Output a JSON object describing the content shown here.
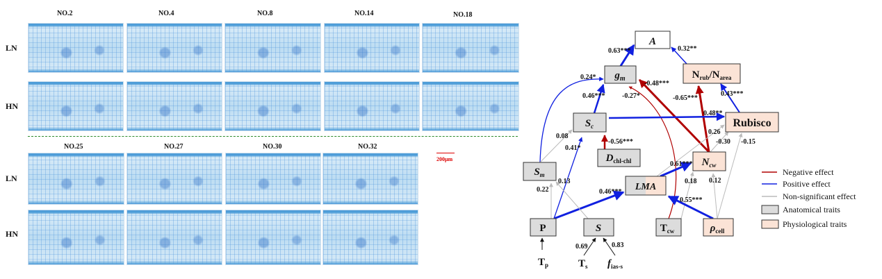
{
  "panels": {
    "top_labels": [
      "NO.2",
      "NO.4",
      "NO.8",
      "NO.14",
      "NO.18"
    ],
    "bottom_labels": [
      "NO.25",
      "NO.27",
      "NO.30",
      "NO.32"
    ],
    "rows": [
      "LN",
      "HN"
    ],
    "scale_bar": "200μm"
  },
  "diagram": {
    "nodes": {
      "A": "A",
      "gm": "g",
      "gm_sub": "m",
      "nrub": "N",
      "nrub_sub": "rub",
      "slash": "/N",
      "narea_sub": "area",
      "sc": "S",
      "sc_sub": "c",
      "rubisco": "Rubisco",
      "d": "D",
      "d_sub": "chl-chl",
      "sm": "S",
      "sm_sub": "m",
      "ncw": "N",
      "ncw_sub": "cw",
      "lma": "LMA",
      "p": "P",
      "s": "S",
      "tcw": "T",
      "tcw_sub": "cw",
      "rho": "ρ",
      "rho_sub": "cell",
      "tp": "T",
      "tp_sub": "p",
      "ts": "T",
      "ts_sub": "s",
      "f": "f",
      "f_sub": "ias-s"
    },
    "edges": {
      "gm_A": "0.63***",
      "nrub_A": "0.32**",
      "sc_gm_curve": "0.24*",
      "sc_gm": "0.46***",
      "ncw_gm": "-0.48***",
      "tcw_gm": "-0.27*",
      "ncw_nrub": "-0.65***",
      "rub_nrub": "0.43***",
      "sc_rub": "0.48**",
      "lma_rub": "0.26",
      "ncw_rub": "-0.30",
      "rho_rub": "-0.15",
      "d_sc": "-0.56***",
      "sm_sc": "0.08",
      "p_sc": "0.41*",
      "lma_ncw": "0.61***",
      "tcw_ncw": "0.18",
      "rho_ncw": "0.12",
      "p_lma": "0.46***",
      "rho_lma": "0.55***",
      "p_sm": "0.22",
      "s_sm": "0.13",
      "ts_s": "0.69",
      "f_s": "0.83"
    },
    "legend": [
      "Negative effect",
      "Positive effect",
      "Non-significant effect",
      "Anatomical traits",
      "Physiological traits"
    ],
    "colors": {
      "negative": "#b00000",
      "positive": "#1020e0",
      "ns": "#bbbbbb",
      "anatomical": "#dcdcdc",
      "physiological": "#fbe3d6"
    }
  }
}
